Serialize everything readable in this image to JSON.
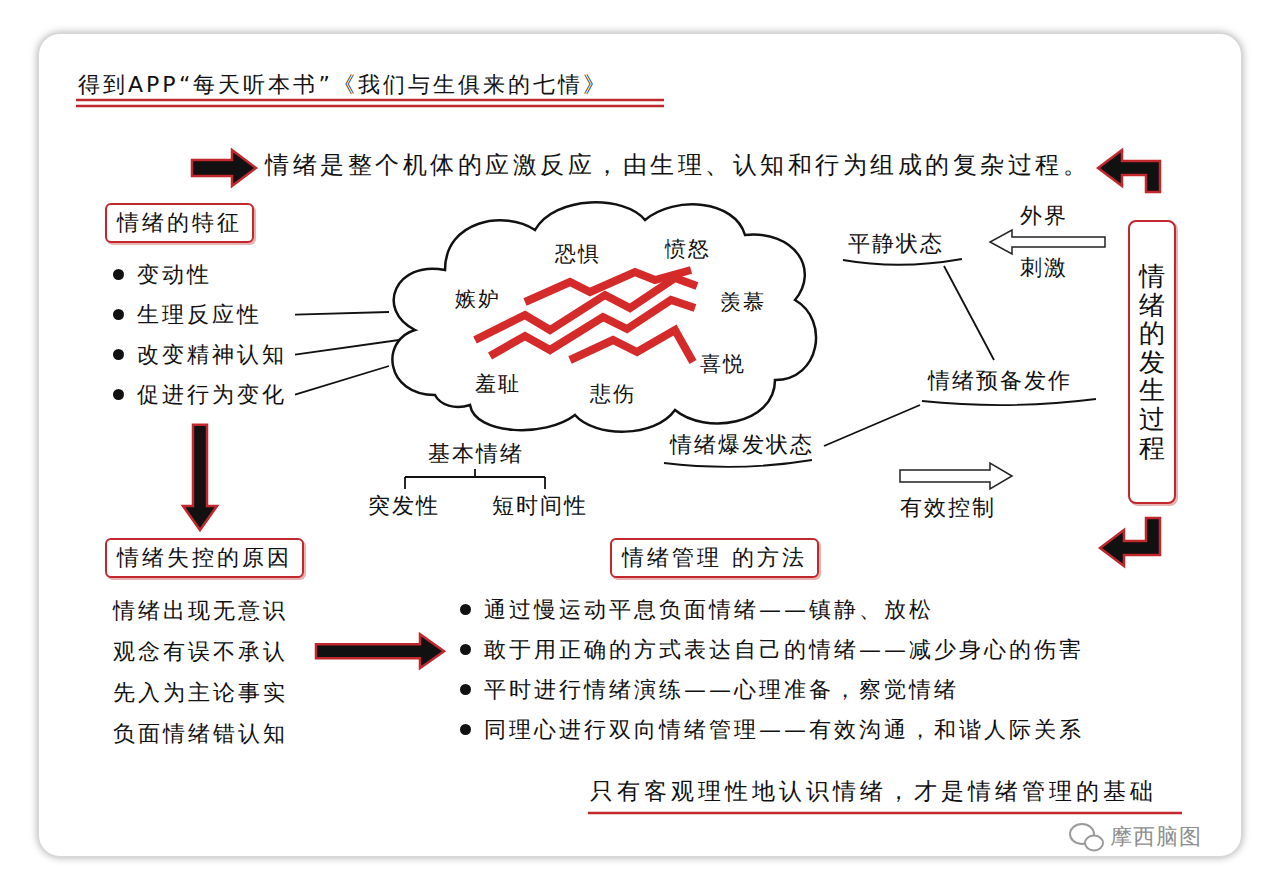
{
  "diagram": {
    "title": "得到APP“每天听本书”《我们与生俱来的七情》",
    "nodes": [
      {
        "text": [
          "情绪的特征",
          "变动性",
          "生理反应性",
          "改变精神认知",
          "促进行为变化"
        ]
      },
      {
        "text": [
          "嫉妒",
          "恐惧",
          "愤怒",
          "羡慕",
          "喜悦",
          "悲伤",
          "羞耻"
        ]
      },
      {
        "text": [
          "情绪的发生过程"
        ]
      },
      {
        "text": [
          "情绪失控的原因",
          "情绪出现无意识",
          "观念有误不承认",
          "先入为主论事实",
          "负面情绪错认知"
        ]
      },
      {
        "text": [
          "情绪管理 的方法",
          "通过慢运动平息负面情绪——镇静、放松",
          "敢于用正确的方式表达自己的情绪——减少身心的伤害",
          "平时进行情绪演练——心理准备，察觉情绪",
          "同理心进行双向情绪管理——有效沟通，和谐人际关系"
        ]
      }
    ],
    "edges": [
      {
        "from": 0,
        "to": 1,
        "arrow": "none"
      },
      {
        "from": 0,
        "to": 3,
        "arrow": "to"
      },
      {
        "from": 3,
        "to": 4,
        "arrow": "to"
      }
    ],
    "labels": [
      "情绪是整个机体的应激反应，由生理、认知和行为组成的复杂过程。",
      "外界 刺激",
      "平静状态",
      "情绪预备发作",
      "情绪爆发状态",
      "基本情绪",
      "突发性",
      "短时间性",
      "有效控制",
      "只有客观理性地认识情绪，才是情绪管理的基础",
      "摩西脑图"
    ]
  }
}
